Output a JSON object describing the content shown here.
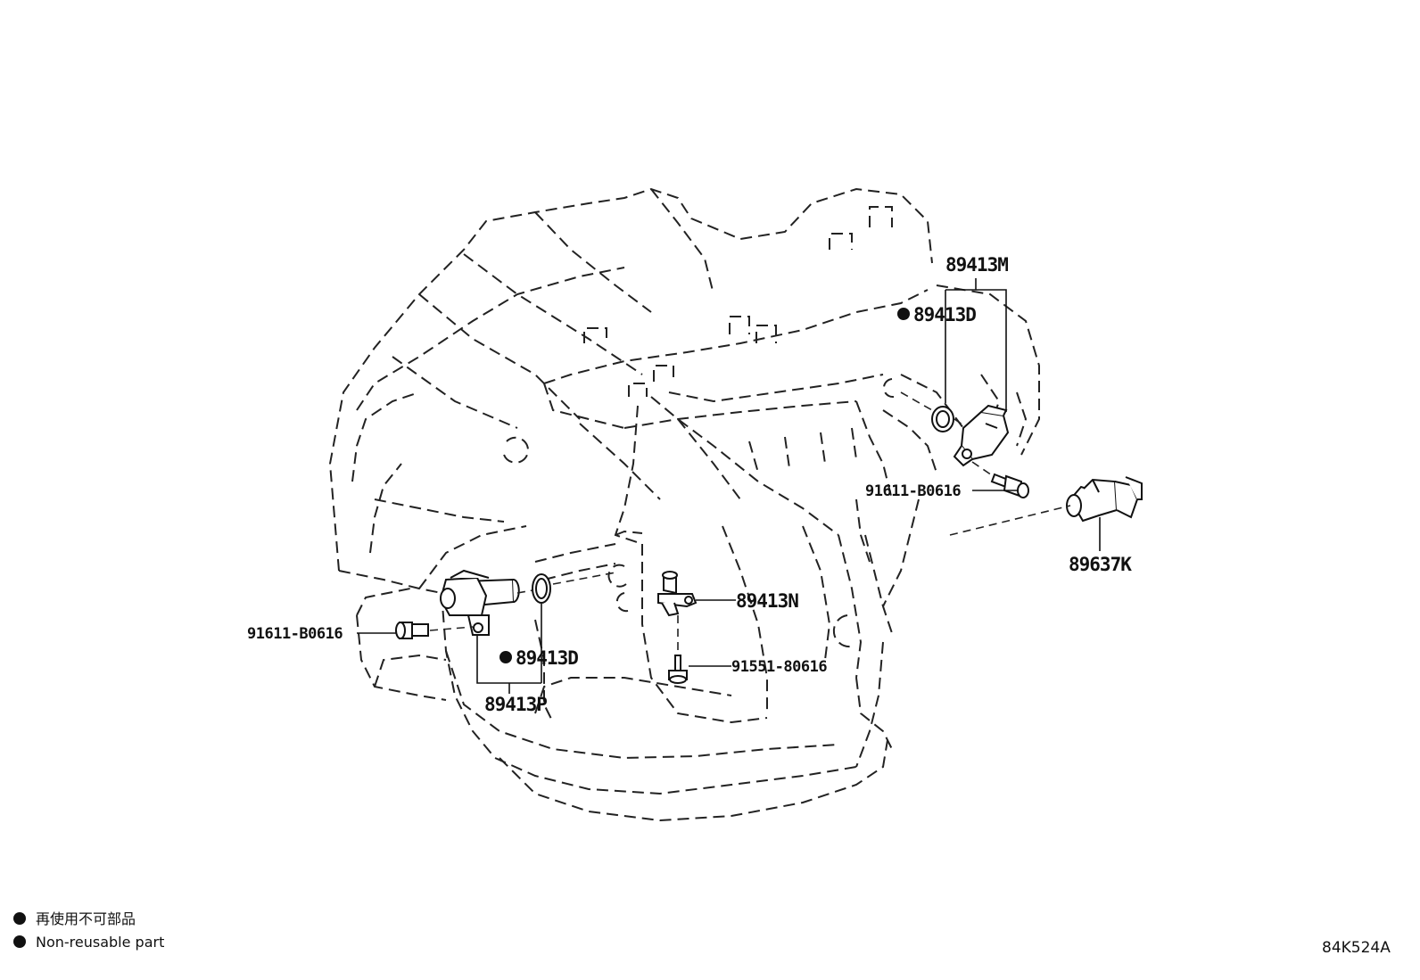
{
  "diagram": {
    "callouts": {
      "sensor_top_right": "89413M",
      "oring_top_right": "89413D",
      "bolt_top_right": "91611-B0616",
      "pressure_switch": "89637K",
      "sensor_center": "89413N",
      "bolt_center": "91551-80616",
      "bolt_left": "91611-B0616",
      "oring_left": "89413D",
      "sensor_left": "89413P"
    },
    "legend": {
      "items": [
        {
          "text": "再使用不可部品"
        },
        {
          "text": "Non-reusable part"
        }
      ]
    },
    "reference_code": "84K524A"
  }
}
